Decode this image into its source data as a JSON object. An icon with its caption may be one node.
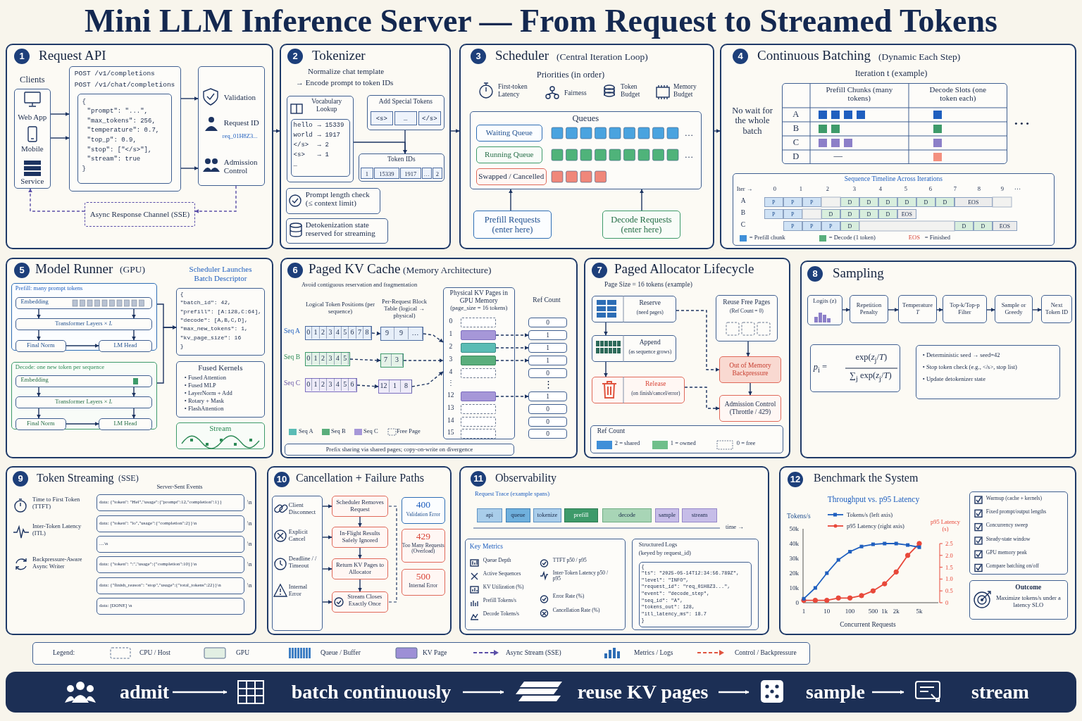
{
  "diagram": {
    "title": "Mini LLM Inference Server — From Request to Streamed Tokens",
    "nodes": [
      {
        "text": [
          "1",
          "Request API"
        ]
      },
      {
        "text": [
          "Clients",
          "Web App",
          "Mobile",
          "Service"
        ],
        "in": 0
      },
      {
        "text": [
          "POST /v1/completions",
          "POST /v1/chat/completions"
        ],
        "in": 0
      },
      {
        "text": [
          "{",
          "\"prompt\": \"...\",",
          "\"max_tokens\": 256,",
          "\"temperature\": 0.7,",
          "\"top_p\": 0.9,",
          "\"stop\": [\"</s>\"],",
          "\"stream\": true",
          "}"
        ],
        "in": 2
      },
      {
        "text": [
          "Validation",
          "Request ID",
          "req_01H8Z3...",
          "Admission Control"
        ],
        "in": 0
      },
      {
        "text": [
          "Async Response Channel (SSE)"
        ],
        "in": 0
      },
      {
        "text": [
          "2",
          "Tokenizer",
          "Normalize chat template",
          "→ Encode prompt to token IDs"
        ]
      },
      {
        "text": [
          "Vocabulary Lookup"
        ],
        "in": 6
      },
      {
        "text": [
          "hello",
          "→ 15339",
          "world",
          "→ 1917",
          "</s>",
          "→ 2",
          "<s>",
          "→ 1",
          "…"
        ],
        "in": 7
      },
      {
        "text": [
          "Add Special Tokens",
          "<s>",
          "…",
          "</s>"
        ],
        "in": 6
      },
      {
        "text": [
          "Token IDs",
          "1",
          "15339",
          "1917",
          "…",
          "2"
        ],
        "in": 6
      },
      {
        "text": [
          "Prompt length check (≤ context limit)"
        ],
        "in": 6
      },
      {
        "text": [
          "Detokenization state reserved for streaming"
        ],
        "in": 6
      },
      {
        "text": [
          "3",
          "Scheduler",
          "(Central Iteration Loop)",
          "Priorities (in order)",
          "First-token Latency",
          "Fairness",
          "Token Budget",
          "Memory Budget"
        ]
      },
      {
        "text": [
          "Queues",
          "…",
          "…"
        ],
        "in": 13
      },
      {
        "text": [
          "Waiting Queue"
        ],
        "in": 14
      },
      {
        "text": [
          "Running Queue"
        ],
        "in": 14
      },
      {
        "text": [
          "Swapped / Cancelled"
        ],
        "in": 14
      },
      {
        "text": [
          "Prefill Requests (enter here)"
        ],
        "in": 13
      },
      {
        "text": [
          "Decode Requests (enter here)"
        ],
        "in": 13
      },
      {
        "text": [
          "4",
          "Continuous Batching",
          "(Dynamic Each Step)",
          "Iteration t (example)",
          "No wait for the whole batch",
          "• • •"
        ]
      },
      {
        "text": [
          "Prefill Chunks (many tokens)",
          "Decode Slots (one token each)",
          "A",
          "B",
          "C",
          "D",
          "—"
        ],
        "in": 20
      },
      {
        "text": [
          "Sequence Timeline Across Iterations",
          "Iter →",
          "0",
          "1",
          "2",
          "3",
          "4",
          "5",
          "6",
          "7",
          "8",
          "9",
          "…",
          "A",
          "B",
          "C",
          "P",
          "P",
          "P",
          "D",
          "D",
          "D",
          "D",
          "D",
          "D",
          "EOS",
          "P",
          "P",
          "D",
          "D",
          "D",
          "D",
          "EOS",
          "P",
          "P",
          "P",
          "D",
          "D",
          "D",
          "EOS",
          "= Prefill chunk",
          "= Decode (1 token)",
          "EOS",
          "= Finished"
        ],
        "in": 20
      },
      {
        "text": [
          "5",
          "Model Runner",
          "(GPU)",
          "Scheduler Launches Batch Descriptor"
        ]
      },
      {
        "text": [
          "Prefill: many prompt tokens"
        ],
        "in": 23
      },
      {
        "text": [
          "Embedding"
        ],
        "in": 24
      },
      {
        "text": [
          "Transformer Layers × *L*"
        ],
        "in": 24
      },
      {
        "text": [
          "Final Norm"
        ],
        "in": 24
      },
      {
        "text": [
          "LM Head"
        ],
        "in": 24
      },
      {
        "text": [
          "Decode: one new token per sequence"
        ],
        "in": 23
      },
      {
        "text": [
          "Embedding"
        ],
        "in": 29
      },
      {
        "text": [
          "Transformer Layers × *L*"
        ],
        "in": 29
      },
      {
        "text": [
          "Final Norm"
        ],
        "in": 29
      },
      {
        "text": [
          "LM Head"
        ],
        "in": 29
      },
      {
        "text": [
          "{",
          "\"batch_id\": 42,",
          "\"prefill\": [A:128,C:64],",
          "\"decode\": [A,B,C,D],",
          "\"max_new_tokens\": 1,",
          "\"kv_page_size\": 16",
          "}"
        ],
        "in": 23
      },
      {
        "text": [
          "Fused Kernels",
          "• Fused Attention",
          "• Fused MLP",
          "• LayerNorm + Add",
          "• Rotary + Mask",
          "• FlashAttention"
        ],
        "in": 23
      },
      {
        "text": [
          "Stream"
        ],
        "in": 23
      },
      {
        "text": [
          "6",
          "Paged KV Cache",
          "(Memory Architecture)",
          "Avoid contiguous reservation and fragmentation",
          "Logical Token Positions (per sequence)",
          "Per-Request Block Table (logical → physical)",
          "Ref Count",
          "Seq A",
          "Seq B",
          "Seq C",
          "Seq A",
          "Seq B",
          "Seq C",
          "Free Page",
          "⋮"
        ]
      },
      {
        "text": [
          "0",
          "1",
          "2",
          "3",
          "4",
          "5",
          "6",
          "7",
          "8"
        ],
        "in": 37
      },
      {
        "text": [
          "9",
          "9",
          "…"
        ],
        "in": 37
      },
      {
        "text": [
          "0",
          "1",
          "2",
          "3",
          "4",
          "5"
        ],
        "in": 37
      },
      {
        "text": [
          "7",
          "3"
        ],
        "in": 37
      },
      {
        "text": [
          "0",
          "1",
          "2",
          "3",
          "4",
          "5",
          "6"
        ],
        "in": 37
      },
      {
        "text": [
          "12",
          "1",
          "8"
        ],
        "in": 37
      },
      {
        "text": [
          "Physical KV Pages in GPU Memory",
          "(page_size = 16 tokens)",
          "0",
          "1",
          "2",
          "3",
          "4",
          "⋮",
          "12",
          "13",
          "14",
          "15"
        ],
        "in": 37
      },
      {
        "text": [],
        "shape": "box",
        "in": 44
      },
      {
        "text": [],
        "shape": "box",
        "in": 44
      },
      {
        "text": [],
        "shape": "box",
        "in": 44
      },
      {
        "text": [],
        "shape": "box",
        "in": 44
      },
      {
        "text": [],
        "shape": "box",
        "in": 44
      },
      {
        "text": [],
        "shape": "box",
        "in": 44
      },
      {
        "text": [],
        "shape": "box",
        "in": 44
      },
      {
        "text": [],
        "shape": "box",
        "in": 44
      },
      {
        "text": [],
        "shape": "box",
        "in": 44
      },
      {
        "text": [
          "0"
        ],
        "in": 37
      },
      {
        "text": [
          "1"
        ],
        "in": 37
      },
      {
        "text": [
          "1"
        ],
        "in": 37
      },
      {
        "text": [
          "1"
        ],
        "in": 37
      },
      {
        "text": [
          "0"
        ],
        "in": 37
      },
      {
        "text": [
          "1"
        ],
        "in": 37
      },
      {
        "text": [
          "0"
        ],
        "in": 37
      },
      {
        "text": [
          "0"
        ],
        "in": 37
      },
      {
        "text": [
          "0"
        ],
        "in": 37
      },
      {
        "text": [
          "Prefix sharing via shared pages; copy-on-write on divergence"
        ],
        "in": 37
      },
      {
        "text": [
          "7",
          "Paged Allocator Lifecycle",
          "Page Size = 16 tokens (example)"
        ]
      },
      {
        "text": [
          "Reserve",
          "(need pages)"
        ],
        "in": 64
      },
      {
        "text": [
          "Append",
          "(as sequence grows)"
        ],
        "in": 64
      },
      {
        "text": [
          "Release",
          "(on finish/cancel/error)"
        ],
        "in": 64
      },
      {
        "text": [
          "Reuse Free Pages",
          "(Ref Count = 0)"
        ],
        "in": 64
      },
      {
        "text": [
          "Out of Memory Backpressure"
        ],
        "in": 64
      },
      {
        "text": [
          "Admission Control (Throttle / 429)"
        ],
        "in": 64
      },
      {
        "text": [
          "Ref Count",
          "2 = shared",
          "1 = owned",
          "0 = free"
        ],
        "in": 64
      },
      {
        "text": [
          "8",
          "Sampling"
        ]
      },
      {
        "text": [
          "Logits (z)"
        ],
        "in": 72
      },
      {
        "text": [
          "Repetition Penalty"
        ],
        "in": 72
      },
      {
        "text": [
          "Temperature *T*"
        ],
        "in": 72
      },
      {
        "text": [
          "Top-k/Top-p Filter"
        ],
        "in": 72
      },
      {
        "text": [
          "Sample or Greedy"
        ],
        "in": 72
      },
      {
        "text": [
          "Next Token ID"
        ],
        "in": 72
      },
      {
        "text": [
          "*p*$_{i}$ =",
          "exp(*z*$_{j}$/*T*)",
          "∑$_{j}$ exp(*z*$_{j}$/*T*)"
        ],
        "in": 72
      },
      {
        "text": [
          "• Deterministic seed → seed=42",
          "• Stop token check (e.g., </s>, stop list)",
          "• Update detokenizer state"
        ],
        "in": 72
      },
      {
        "text": [
          "9",
          "Token Streaming",
          "(SSE)",
          "Server-Sent Events",
          "Time to First Token (TTFT)",
          "Inter-Token Latency (ITL)",
          "Backpressure-Aware Async Writer"
        ]
      },
      {
        "text": [
          "data: {\"token\": \"Hel\",\"usage\":{\"prompt\":12,\"completion\":1}}"
        ],
        "in": 81,
        "beside": [
          "\\n"
        ]
      },
      {
        "text": [
          "data: {\"token\": \"lo\",\"usage\":{\"completion\":2}}\\n"
        ],
        "in": 81,
        "beside": [
          "\\n"
        ]
      },
      {
        "text": [
          "…\\n"
        ],
        "in": 81,
        "beside": [
          "\\n"
        ]
      },
      {
        "text": [
          "data: {\"token\": \":\",\"usage\":{\"completion\":10}}\\n"
        ],
        "in": 81,
        "beside": [
          "\\n"
        ]
      },
      {
        "text": [
          "data: {\"finish_reason\": \"stop\",\"usage\":{\"total_tokens\":22}}\\n"
        ],
        "in": 81,
        "beside": [
          "\\n"
        ]
      },
      {
        "text": [
          "data: [DONE] \\n"
        ],
        "in": 81
      },
      {
        "text": [
          "10",
          "Cancellation + Failure Paths"
        ]
      },
      {
        "text": [
          "Client Disconnect",
          "Explicit Cancel",
          "Deadline / / Timeout",
          "Internal Error"
        ],
        "in": 88
      },
      {
        "text": [
          "Scheduler Removes Request"
        ],
        "in": 88
      },
      {
        "text": [
          "In-Flight Results Safely Ignored"
        ],
        "in": 88
      },
      {
        "text": [
          "Return KV Pages to Allocator"
        ],
        "in": 88
      },
      {
        "text": [
          "Stream Closes Exactly Once"
        ],
        "in": 88
      },
      {
        "text": [
          "400",
          "Validation Error"
        ],
        "in": 88
      },
      {
        "text": [
          "429",
          "Too Many Requests (Overload)"
        ],
        "in": 88
      },
      {
        "text": [
          "500",
          "Internal Error"
        ],
        "in": 88
      },
      {
        "text": [
          "11",
          "Observability",
          "Request Trace (example spans)",
          "time →"
        ]
      },
      {
        "text": [
          "api"
        ],
        "in": 97
      },
      {
        "text": [
          "queue"
        ],
        "in": 97
      },
      {
        "text": [
          "tokenize"
        ],
        "in": 97
      },
      {
        "text": [
          "prefill"
        ],
        "in": 97
      },
      {
        "text": [
          "decode"
        ],
        "in": 97
      },
      {
        "text": [
          "sample"
        ],
        "in": 97
      },
      {
        "text": [
          "stream"
        ],
        "in": 97
      },
      {
        "text": [
          "Key Metrics",
          "Queue Depth",
          "Active Sequences",
          "KV Utilization (%)",
          "Prefill Tokens/s",
          "Decode Tokens/s",
          "TTFT p50 / p95",
          "Inter-Token Latency p50 / p95",
          "Error Rate (%)",
          "Cancellation Rate (%)"
        ],
        "in": 97
      },
      {
        "text": [
          "Structured Logs",
          "(keyed by request_id)"
        ],
        "in": 97
      },
      {
        "text": [
          "{",
          "\"ts\": \"2025-05-14T12:34:56.789Z\",",
          "\"level\": \"INFO\",",
          "\"request_id\": \"req_01H8Z3...\",",
          "\"event\": \"decode_step\",",
          "\"seq_id\": \"A\",",
          "\"tokens_out\": 128,",
          "\"itl_latency_ms\": 18.7",
          "}"
        ],
        "in": 106
      },
      {
        "text": [
          "12",
          "Benchmark the System"
        ]
      },
      {
        "text": [
          "Warmup (cache + kernels)",
          "Fixed prompt/output lengths",
          "Concurrency sweep",
          "Steady-state window",
          "GPU memory peak",
          "Compare batching on/off"
        ],
        "in": 108
      },
      {
        "text": [
          "Outcome",
          "Maximize tokens/s under a latency SLO"
        ],
        "in": 108
      },
      {
        "text": [],
        "shape": "bar"
      },
      {
        "text": [
          "admit"
        ],
        "in": 111
      },
      {
        "text": [
          "batch continuously"
        ],
        "in": 111
      },
      {
        "text": [
          "reuse KV pages"
        ],
        "in": 111
      },
      {
        "text": [
          "sample"
        ],
        "in": 111
      },
      {
        "text": [
          "stream"
        ],
        "in": 111
      }
    ],
    "edges": [
      {
        "from": 1,
        "to": 2,
        "arrow": "to"
      },
      {
        "from": 1,
        "to": 2,
        "arrow": "to"
      },
      {
        "from": 2,
        "to": 4,
        "arrow": "to"
      },
      {
        "from": 2,
        "to": 4,
        "arrow": "to"
      },
      {
        "from": 4,
        "to": 5,
        "arrow": "to",
        "style": "dashed",
        "color": "#5b4fa8"
      },
      {
        "from": 5,
        "to": 1,
        "arrow": "to",
        "style": "dashed",
        "color": "#5b4fa8"
      },
      {
        "from": 0,
        "to": 6,
        "arrow": "to"
      },
      {
        "from": 6,
        "to": 13,
        "arrow": "to"
      },
      {
        "from": 13,
        "to": 20,
        "arrow": "to"
      },
      {
        "from": 7,
        "to": 10,
        "arrow": "to"
      },
      {
        "from": 9,
        "to": 10,
        "arrow": "to"
      },
      {
        "from": 18,
        "to": 14,
        "arrow": "to"
      },
      {
        "from": 19,
        "to": 14,
        "arrow": "to"
      },
      {
        "from": 25,
        "to": 26,
        "arrow": "to"
      },
      {
        "from": 25,
        "to": 26,
        "arrow": "to"
      },
      {
        "from": 26,
        "to": 27,
        "arrow": "to"
      },
      {
        "from": 26,
        "to": 28,
        "arrow": "to"
      },
      {
        "from": 27,
        "to": 28,
        "arrow": "to"
      },
      {
        "from": 30,
        "to": 31,
        "arrow": "to"
      },
      {
        "from": 30,
        "to": 31,
        "arrow": "to"
      },
      {
        "from": 31,
        "to": 32,
        "arrow": "to"
      },
      {
        "from": 31,
        "to": 33,
        "arrow": "to"
      },
      {
        "from": 32,
        "to": 33,
        "arrow": "to"
      },
      {
        "from": 24,
        "to": 34,
        "arrow": "to"
      },
      {
        "from": 29,
        "to": 34,
        "arrow": "to"
      },
      {
        "from": 38,
        "to": 39,
        "arrow": "to",
        "style": "dashed"
      },
      {
        "from": 40,
        "to": 41,
        "arrow": "to",
        "style": "dashed"
      },
      {
        "from": 42,
        "to": 43,
        "arrow": "to",
        "style": "dashed"
      },
      {
        "from": 39,
        "to": 44,
        "arrow": "to",
        "style": "dashed"
      },
      {
        "from": 41,
        "to": 44,
        "arrow": "to",
        "style": "dashed"
      },
      {
        "from": 43,
        "to": 44,
        "arrow": "to",
        "style": "dashed"
      },
      {
        "from": 46,
        "to": 55,
        "arrow": "to",
        "style": "dashed"
      },
      {
        "from": 47,
        "to": 56,
        "arrow": "to",
        "style": "dashed"
      },
      {
        "from": 48,
        "to": 57,
        "arrow": "to",
        "style": "dashed"
      },
      {
        "from": 50,
        "to": 59,
        "arrow": "to",
        "style": "dashed"
      },
      {
        "from": 65,
        "to": 66,
        "arrow": "to"
      },
      {
        "from": 66,
        "to": 67,
        "arrow": "to"
      },
      {
        "from": 65,
        "to": 69,
        "arrow": "to",
        "style": "dashed"
      },
      {
        "from": 67,
        "to": 70,
        "arrow": "to",
        "style": "dashed"
      },
      {
        "from": 68,
        "to": 69,
        "arrow": "to"
      },
      {
        "from": 69,
        "to": 70,
        "arrow": "to"
      },
      {
        "from": 73,
        "to": 74,
        "arrow": "to"
      },
      {
        "from": 74,
        "to": 75,
        "arrow": "to"
      },
      {
        "from": 75,
        "to": 76,
        "arrow": "to"
      },
      {
        "from": 76,
        "to": 77,
        "arrow": "to"
      },
      {
        "from": 77,
        "to": 78,
        "arrow": "to"
      },
      {
        "from": 89,
        "to": 90,
        "arrow": "to"
      },
      {
        "from": 89,
        "to": 91,
        "arrow": "to"
      },
      {
        "from": 89,
        "to": 92,
        "arrow": "to"
      },
      {
        "from": 89,
        "to": 93,
        "arrow": "to"
      },
      {
        "from": 90,
        "to": 91,
        "arrow": "to"
      },
      {
        "from": 91,
        "to": 92,
        "arrow": "to"
      },
      {
        "from": 92,
        "to": 93,
        "arrow": "to"
      },
      {
        "from": 112,
        "to": 113,
        "arrow": "to",
        "color": "#ffffff"
      },
      {
        "from": 113,
        "to": 114,
        "arrow": "to",
        "color": "#ffffff"
      },
      {
        "from": 114,
        "to": 115,
        "arrow": "to",
        "color": "#ffffff"
      },
      {
        "from": 115,
        "to": 116,
        "arrow": "to",
        "color": "#ffffff"
      }
    ],
    "labels": [
      "Legend:"
    ],
    "legend": [
      {
        "text": "CPU / Host"
      },
      {
        "text": "GPU",
        "color": "#e2efe3"
      },
      {
        "text": "Queue / Buffer"
      },
      {
        "text": "KV Page",
        "color": "#9d8fd6"
      },
      {
        "text": "Async Stream (SSE)"
      },
      {
        "text": "Metrics / Logs"
      },
      {
        "text": "Control / Backpressure"
      }
    ],
    "chart_data": {
      "type": "line",
      "title": "Throughput vs. p95 Latency",
      "xlabel": "Concurrent Requests",
      "ylabel": "Tokens/s",
      "categories": [
        "1",
        null,
        "10",
        null,
        "100",
        null,
        "500",
        "1k",
        "2k",
        null,
        "5k"
      ],
      "series": [
        {
          "name": "Tokens/s (left axis)",
          "color": "#1f5fbf",
          "marker": "square",
          "values": [
            2700,
            10000,
            20000,
            29000,
            34500,
            38000,
            39500,
            40000,
            40000,
            39000,
            37500
          ]
        },
        {
          "name": "p95 Latency (right axis)",
          "color": "#e8483a",
          "marker": "circle",
          "axis": "y2",
          "values": [
            0.1,
            0.1,
            0.1,
            0.2,
            0.2,
            0.3,
            0.5,
            0.8,
            1.3,
            2.0,
            2.5
          ]
        }
      ],
      "yticks": [
        {
          "value": 0,
          "label": "0"
        },
        {
          "value": 10000,
          "label": "10k"
        },
        {
          "value": 20000,
          "label": "20k"
        },
        {
          "value": 30000,
          "label": "30k"
        },
        {
          "value": 40000,
          "label": "40k"
        },
        {
          "value": 50000,
          "label": "50k"
        }
      ],
      "ylim": [
        0,
        50000
      ],
      "y2label": "p95 Latency (s)",
      "y2lim": [
        0,
        2.5
      ],
      "y2ticks": [
        {
          "value": 0,
          "label": "0"
        },
        {
          "value": 0.5,
          "label": "0.5"
        },
        {
          "value": 1,
          "label": "1.0"
        },
        {
          "value": 1.5,
          "label": "1.5"
        },
        {
          "value": 2,
          "label": "2.0"
        },
        {
          "value": 2.5,
          "label": "2.5"
        }
      ],
      "legend": "top"
    }
  }
}
